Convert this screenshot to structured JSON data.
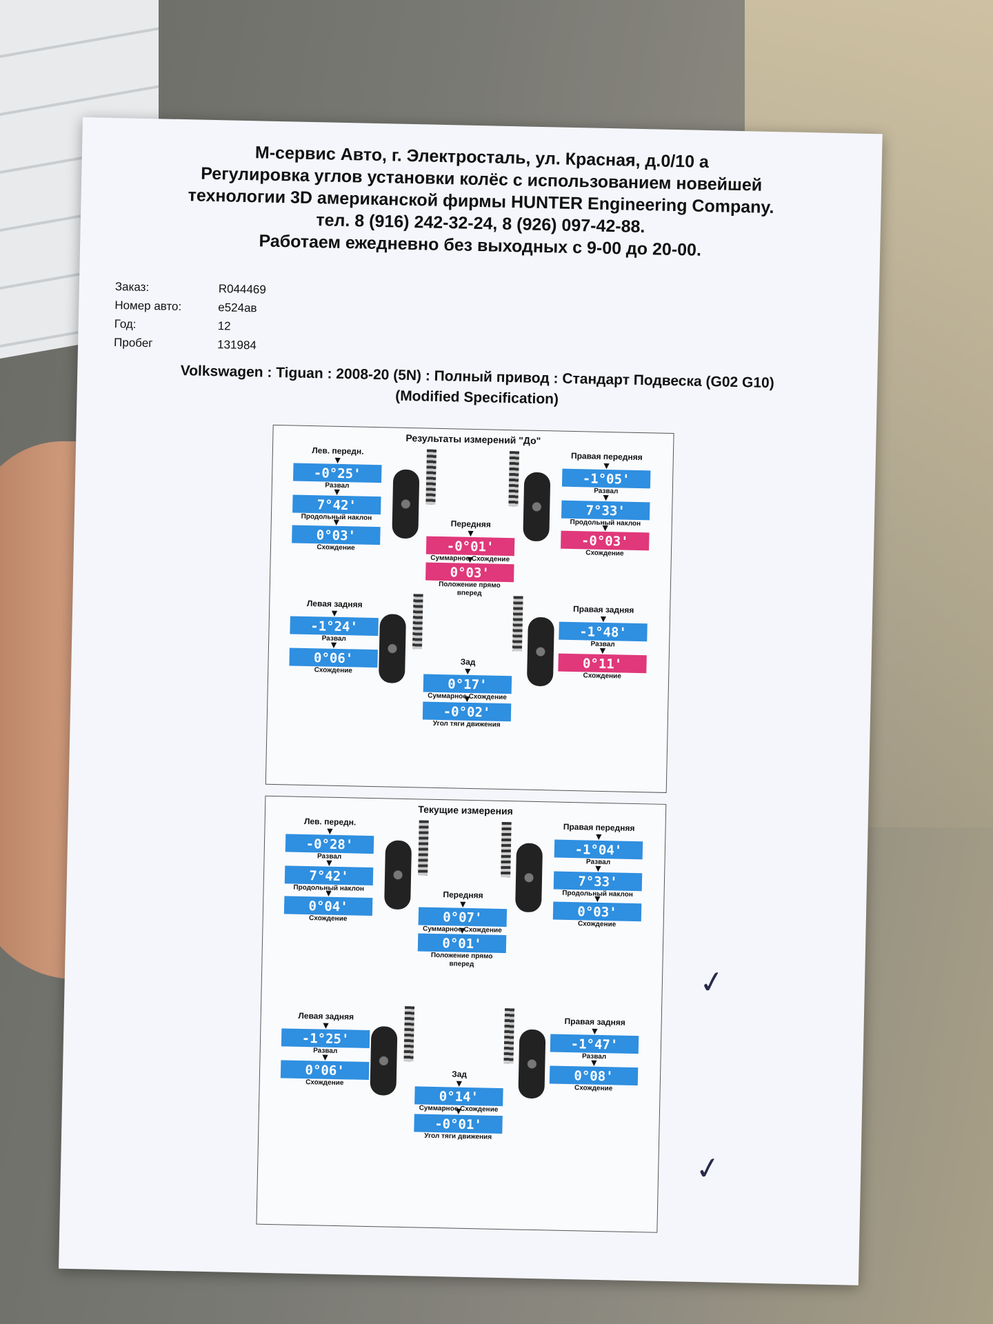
{
  "header": {
    "line1": "М-сервис Авто, г. Электросталь, ул. Красная, д.0/10 а",
    "line2": "Регулировка углов установки колёс с использованием новейшей",
    "line3": "технологии 3D американской фирмы HUNTER Engineering Company.",
    "line4": "тел. 8 (916) 242-32-24, 8 (926) 097-42-88.",
    "line5": "Работаем ежедневно без выходных с 9-00 до 20-00."
  },
  "info": [
    {
      "label": "Заказ:",
      "value": "R044469"
    },
    {
      "label": "Номер авто:",
      "value": "е524ав"
    },
    {
      "label": "Год:",
      "value": "12"
    },
    {
      "label": "Пробег",
      "value": "131984"
    }
  ],
  "model": {
    "line1": "Volkswagen : Tiguan : 2008-20 (5N) : Полный привод : Стандарт Подвеска (G02 G10)",
    "line2": "(Modified Specification)"
  },
  "before": {
    "title": "Результаты измерений \"До\"",
    "front_left_label": "Лев. передн.",
    "front_right_label": "Правая передняя",
    "fl_camber": "-0°25'",
    "fl_caster": "7°42'",
    "fl_toe": "0°03'",
    "fr_camber": "-1°05'",
    "fr_caster": "7°33'",
    "fr_toe": "-0°03'",
    "front_total_toe": "-0°01'",
    "front_label": "Передняя",
    "steer": "0°03'",
    "rear_left_label": "Левая задняя",
    "rear_right_label": "Правая задняя",
    "rl_camber": "-1°24'",
    "rl_toe": "0°06'",
    "rr_camber": "-1°48'",
    "rr_toe": "0°11'",
    "rear_label": "Зад",
    "rear_total_toe": "0°17'",
    "thrust": "-0°02'"
  },
  "current": {
    "title": "Текущие измерения",
    "front_left_label": "Лев. передн.",
    "front_right_label": "Правая передняя",
    "fl_camber": "-0°28'",
    "fl_caster": "7°42'",
    "fl_toe": "0°04'",
    "fr_camber": "-1°04'",
    "fr_caster": "7°33'",
    "fr_toe": "0°03'",
    "front_total_toe": "0°07'",
    "front_label": "Передняя",
    "steer": "0°01'",
    "rear_left_label": "Левая задняя",
    "rear_right_label": "Правая задняя",
    "rl_camber": "-1°25'",
    "rl_toe": "0°06'",
    "rr_camber": "-1°47'",
    "rr_toe": "0°08'",
    "rear_label": "Зад",
    "rear_total_toe": "0°14'",
    "thrust": "-0°01'"
  },
  "labels": {
    "camber": "Развал",
    "caster": "Продольный наклон",
    "toe": "Схождение",
    "total_toe": "Суммарное Схождение",
    "steer_ahead": "Положение прямо вперед",
    "thrust_angle": "Угол тяги движения"
  },
  "colors": {
    "in_spec": "#2f8fe0",
    "out_of_spec": "#e0387a"
  }
}
